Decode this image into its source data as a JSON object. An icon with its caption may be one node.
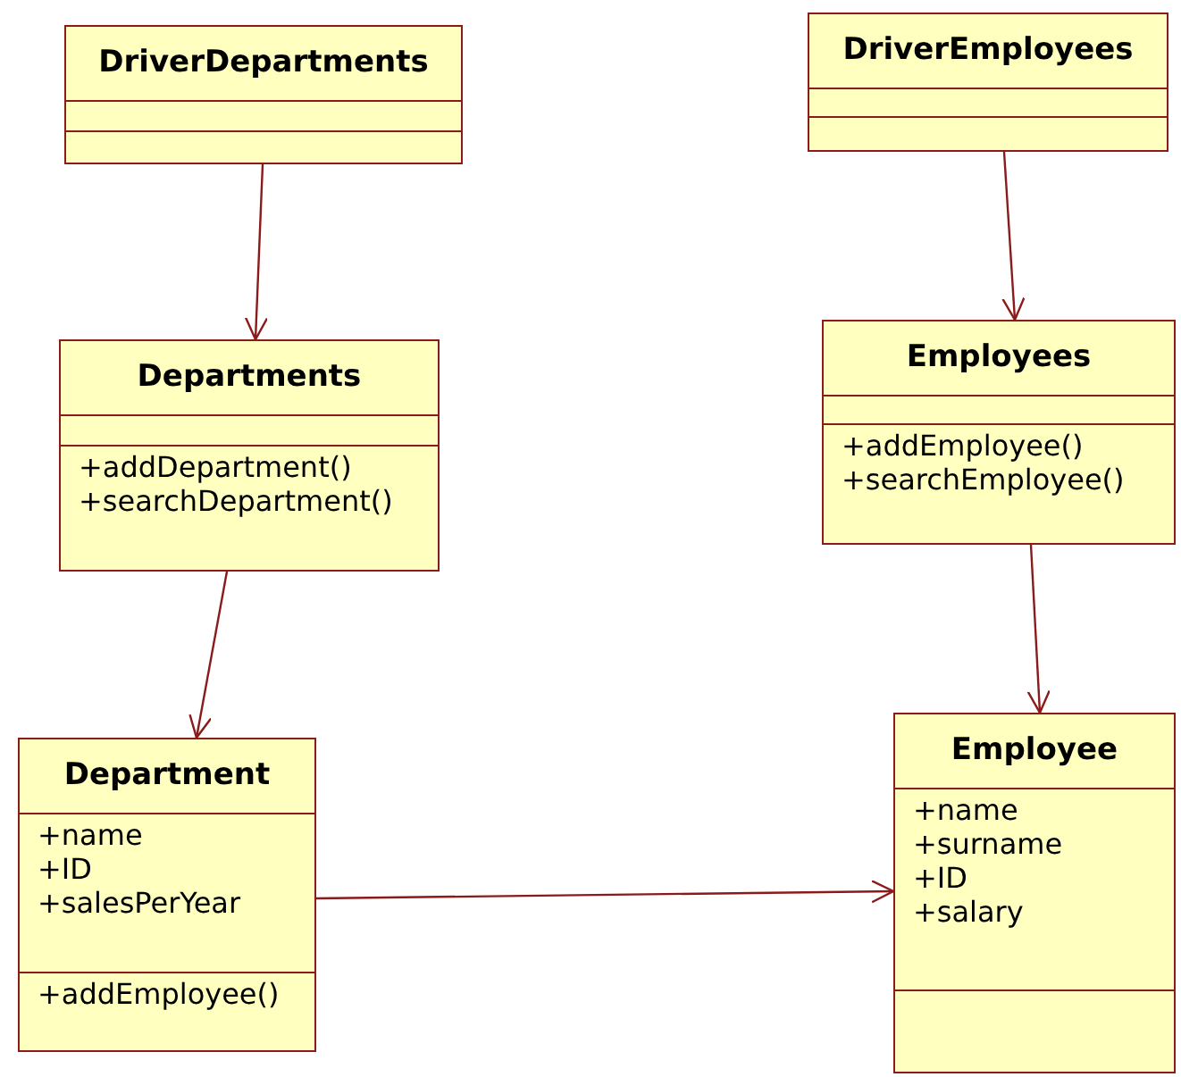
{
  "diagram": {
    "nodes": [
      {
        "text": [
          "DriverDepartments"
        ]
      },
      {
        "text": [],
        "shape": "box",
        "in": 0
      },
      {
        "text": [],
        "shape": "box",
        "in": 0
      },
      {
        "text": [
          "DriverEmployees"
        ]
      },
      {
        "text": [],
        "shape": "box",
        "in": 3
      },
      {
        "text": [],
        "shape": "box",
        "in": 3
      },
      {
        "text": [
          "Departments"
        ]
      },
      {
        "text": [],
        "shape": "box",
        "in": 6
      },
      {
        "text": [
          "+addDepartment()",
          "+searchDepartment()"
        ],
        "in": 6
      },
      {
        "text": [
          "Employees"
        ]
      },
      {
        "text": [],
        "shape": "box",
        "in": 9
      },
      {
        "text": [
          "+addEmployee()",
          "+searchEmployee()"
        ],
        "in": 9
      },
      {
        "text": [
          "Department"
        ]
      },
      {
        "text": [
          "+name",
          "+ID",
          "+salesPerYear"
        ],
        "in": 12
      },
      {
        "text": [
          "+addEmployee()"
        ],
        "in": 12
      },
      {
        "text": [
          "Employee"
        ]
      },
      {
        "text": [
          "+name",
          "+surname",
          "+ID",
          "+salary"
        ],
        "in": 15
      },
      {
        "text": [],
        "shape": "box",
        "in": 15
      }
    ],
    "edges": [
      {
        "from": 0,
        "to": 6,
        "arrow": "to"
      },
      {
        "from": 3,
        "to": 9,
        "arrow": "to"
      },
      {
        "from": 6,
        "to": 12,
        "arrow": "to"
      },
      {
        "from": 9,
        "to": 15,
        "arrow": "to"
      },
      {
        "from": 12,
        "to": 15,
        "arrow": "to"
      }
    ]
  }
}
